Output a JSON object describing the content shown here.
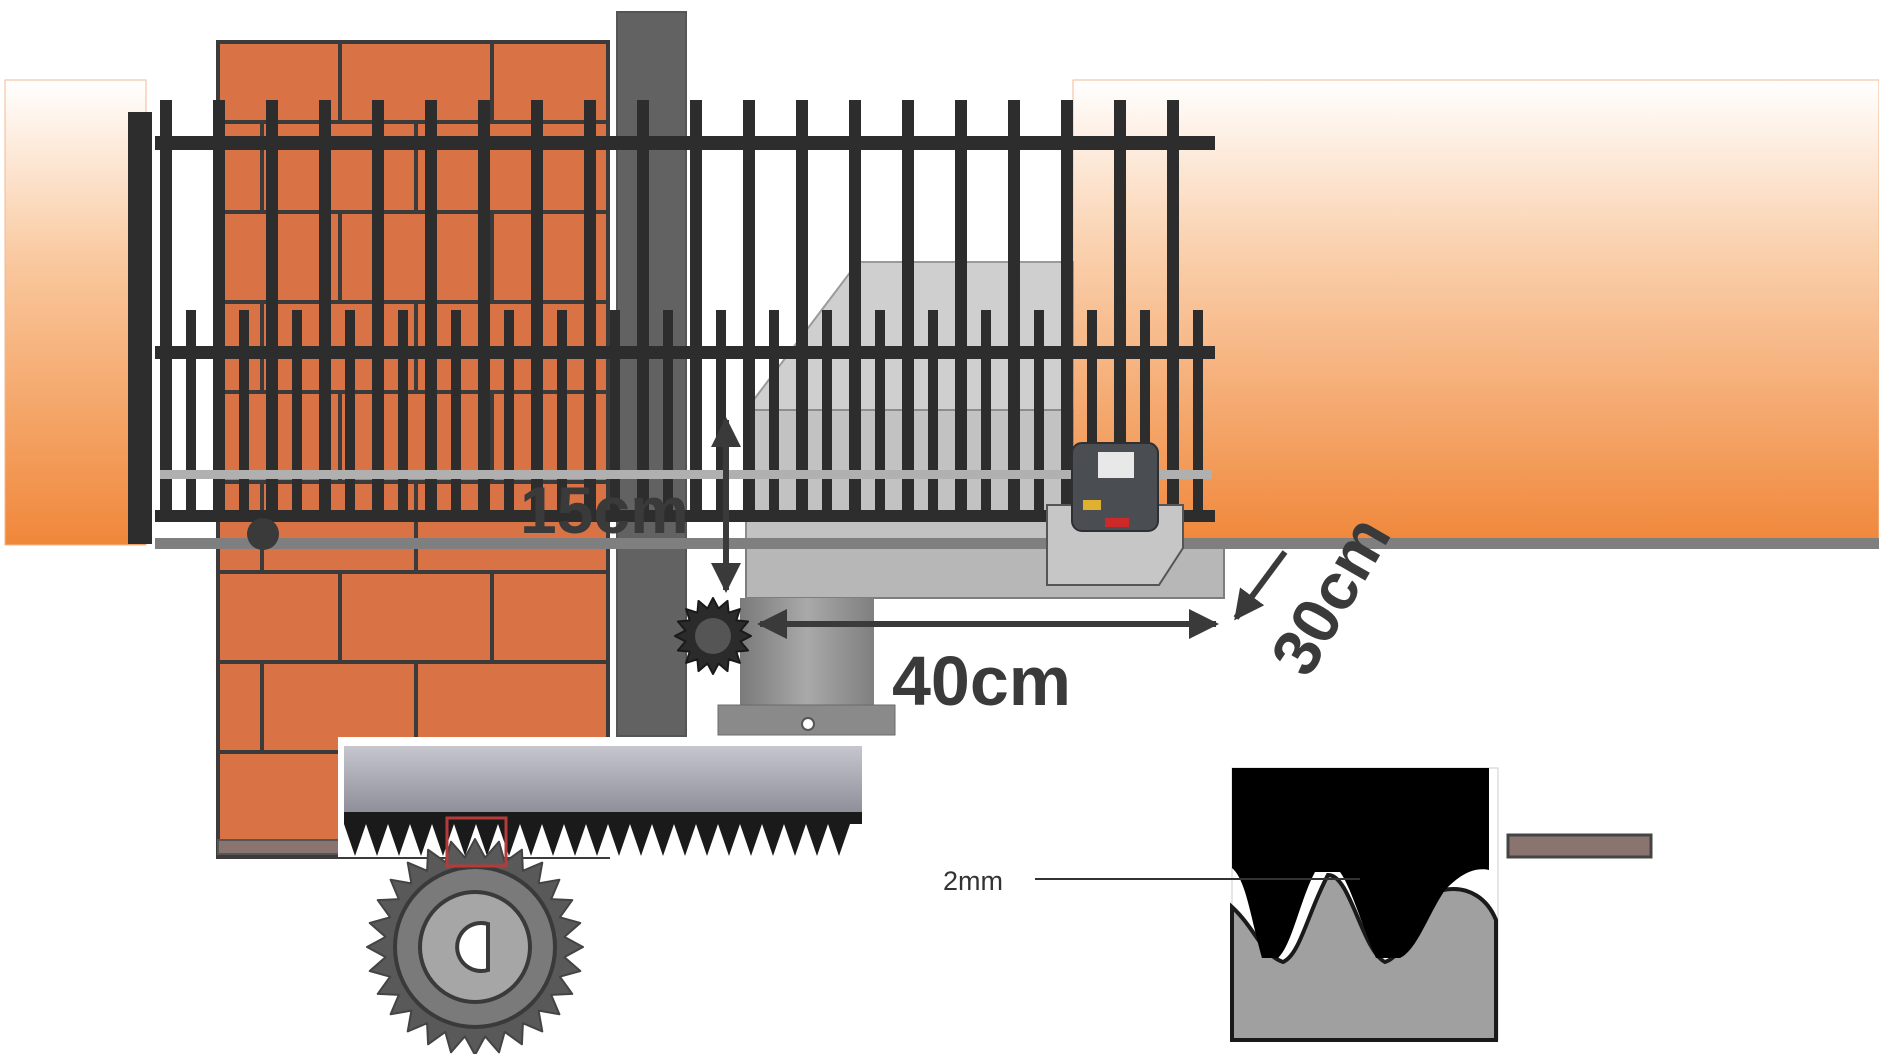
{
  "labels": {
    "height_dim": "15cm",
    "depth_dim": "40cm",
    "offset_dim": "30cm",
    "clearance_dim": "2mm"
  },
  "colors": {
    "brick": "#d97245",
    "mortar": "#3b3b3b",
    "wall_orange": "#f08a3c",
    "gate_iron": "#2d2d2d",
    "post": "#626262",
    "motor": "#4a4d52",
    "concrete": "#c9c9c9",
    "rack_gray": "#9c9ca5"
  },
  "icons": {
    "gate": "sliding-gate-icon",
    "motor": "gate-motor-icon",
    "gear": "pinion-gear-icon"
  }
}
